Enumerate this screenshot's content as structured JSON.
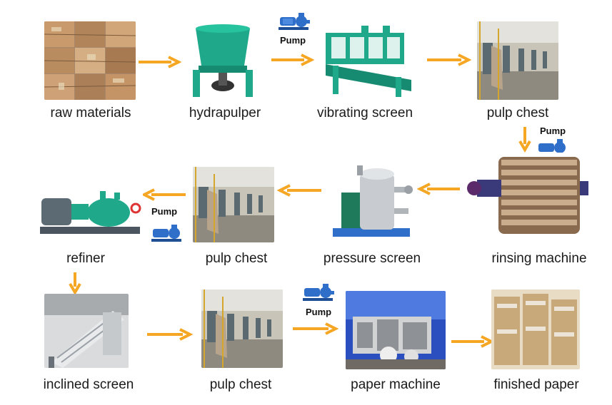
{
  "stages": {
    "raw_materials": "raw materials",
    "hydrapulper": "hydrapulper",
    "vibrating_screen": "vibrating screen",
    "pulp_chest_1": "pulp chest",
    "rinsing_machine": "rinsing machine",
    "pressure_screen": "pressure screen",
    "pulp_chest_2": "pulp chest",
    "refiner": "refiner",
    "inclined_screen": "inclined screen",
    "pulp_chest_3": "pulp chest",
    "paper_machine": "paper machine",
    "finished_paper": "finished paper"
  },
  "pumps": {
    "pump_1": "Pump",
    "pump_2": "Pump",
    "pump_3": "Pump",
    "pump_4": "Pump"
  },
  "colors": {
    "arrow": "#f5a623",
    "machine_green": "#1fa98a",
    "pump_blue": "#2f6fc9"
  }
}
